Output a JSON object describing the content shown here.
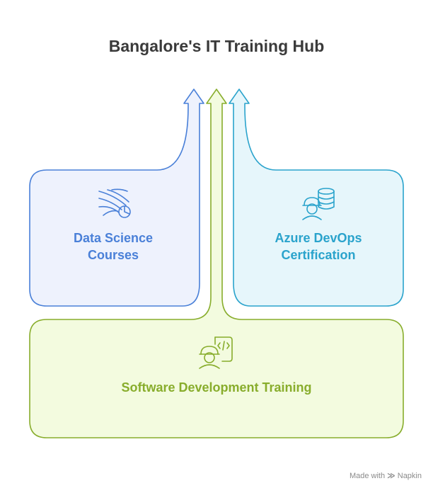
{
  "title": "Bangalore's IT Training Hub",
  "colors": {
    "blue": "#4a80d8",
    "blue_fill": "#eef2fd",
    "cyan": "#2aa3cc",
    "cyan_fill": "#e6f6fb",
    "green": "#88ad2c",
    "green_fill": "#f3fbdf",
    "title": "#3a3a3a"
  },
  "cards": {
    "data_science": {
      "line1": "Data Science",
      "line2": "Courses",
      "icon": "data-analytics-icon"
    },
    "azure_devops": {
      "line1": "Azure DevOps",
      "line2": "Certification",
      "icon": "engineer-database-icon"
    },
    "software_dev": {
      "label": "Software Development Training",
      "icon": "developer-code-icon"
    }
  },
  "footer": {
    "prefix": "Made with",
    "brand": "Napkin"
  }
}
